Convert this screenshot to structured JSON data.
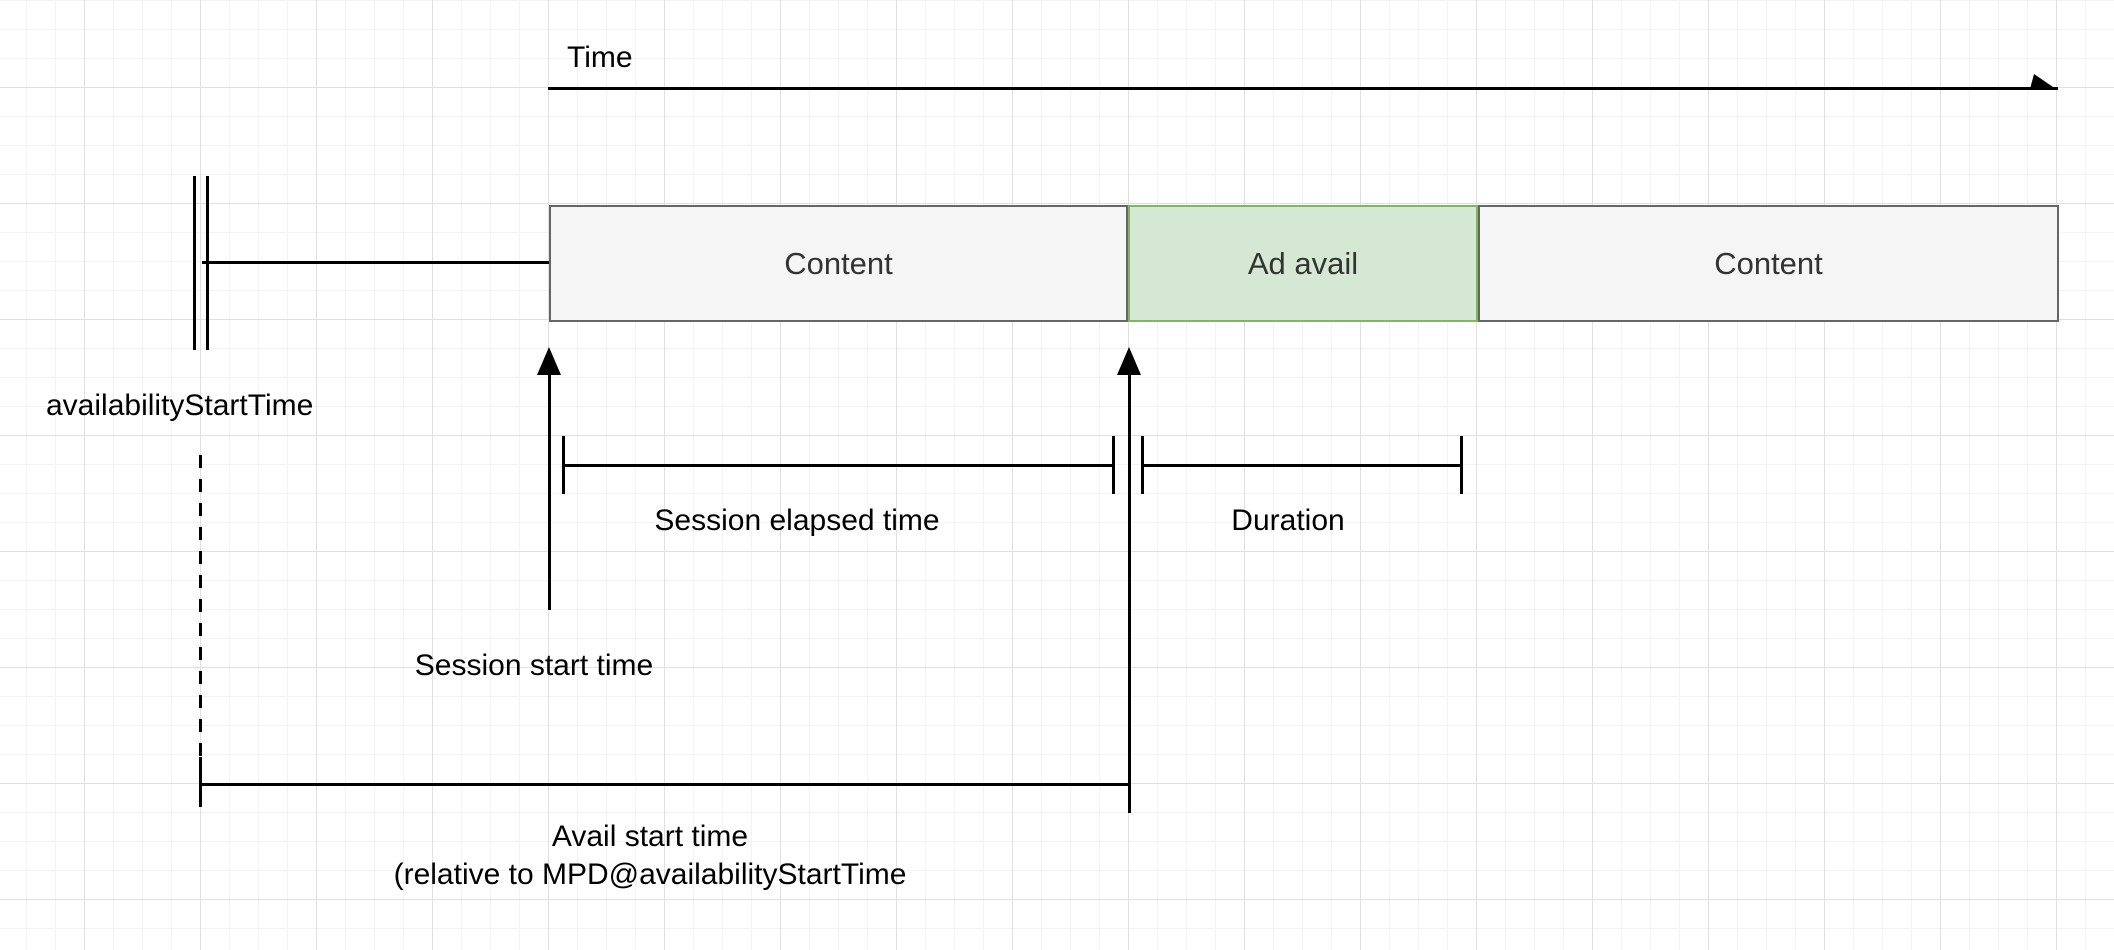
{
  "diagram": {
    "type": "timeline-diagram",
    "timeline": {
      "label": "Time"
    },
    "boxes": [
      {
        "label": "Content",
        "fill": "#f5f5f5",
        "stroke": "#666666"
      },
      {
        "label": "Ad avail",
        "fill": "#d5e8d4",
        "stroke": "#82b366"
      },
      {
        "label": "Content",
        "fill": "#f5f5f5",
        "stroke": "#666666"
      }
    ],
    "annotations": {
      "availability_start_time": "availabilityStartTime",
      "session_start_time": "Session start time",
      "session_elapsed_time": "Session elapsed time",
      "duration": "Duration",
      "avail_start_line1": "Avail start time",
      "avail_start_line2": "(relative to MPD@availabilityStartTime"
    },
    "colors": {
      "line": "#000000",
      "grid_minor": "#f3f3f3",
      "grid_major": "#e0e0e0",
      "background": "#ffffff"
    }
  }
}
